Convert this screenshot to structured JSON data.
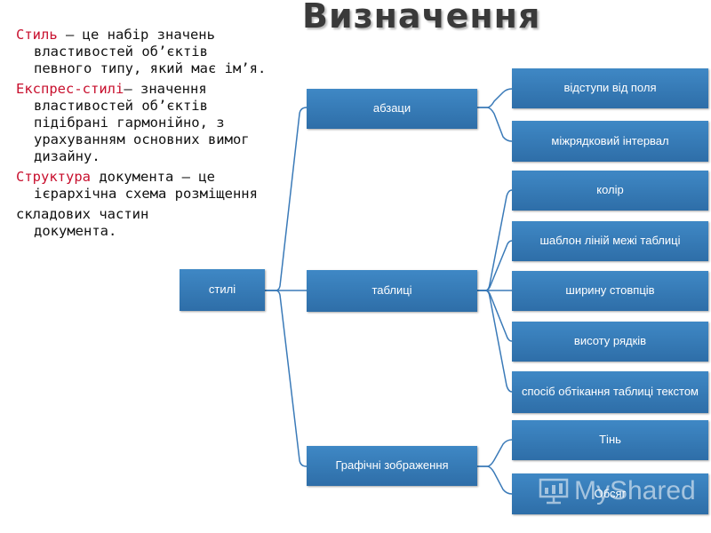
{
  "title": "Визначення",
  "definitions": [
    {
      "term": "Стиль",
      "text": " – це набір значень властивостей об’єктів певного типу, який має ім’я."
    },
    {
      "term": "Експрес-стилі",
      "text": "– значення властивостей об’єктів підібрані гармонійно, з урахуванням основних вимог дизайну."
    },
    {
      "term": "Структура",
      "text": " документа – це ієрархічна схема розміщення"
    }
  ],
  "definitions_tail": {
    "line1": "складових частин",
    "line2": "документа."
  },
  "diagram": {
    "root": "стилі",
    "level1": [
      "абзаци",
      "таблиці",
      "Графічні зображення"
    ],
    "paragraph_children": [
      "відступи від поля",
      "міжрядковий інтервал"
    ],
    "table_children": [
      "колір",
      "шаблон ліній межі таблиці",
      "ширину стовпців",
      "висоту рядків",
      "спосіб обтікання таблиці текстом"
    ],
    "graphics_children": [
      "Тінь",
      "Обсяг"
    ]
  },
  "colors": {
    "node_fill": "#3a80bf",
    "connector": "#3a7ab8",
    "term": "#c8102e"
  },
  "watermark": {
    "text": "MyShared",
    "icon": "presentation-board-icon"
  }
}
